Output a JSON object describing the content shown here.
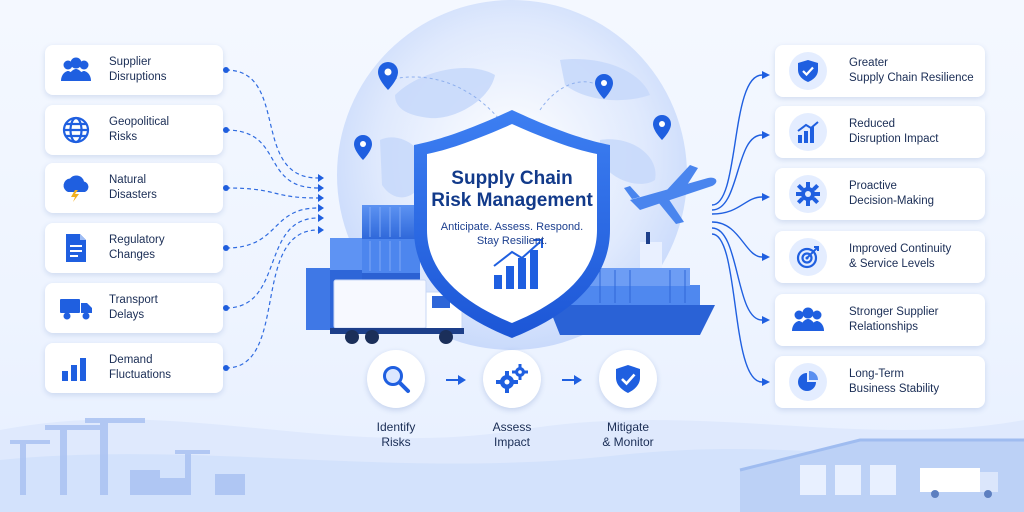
{
  "center": {
    "title": "Supply Chain\nRisk Management",
    "subtitle": "Anticipate. Assess. Respond.\nStay Resilient."
  },
  "risks": [
    {
      "label": "Supplier\nDisruptions",
      "icon": "people-icon"
    },
    {
      "label": "Geopolitical\nRisks",
      "icon": "globe-icon"
    },
    {
      "label": "Natural\nDisasters",
      "icon": "storm-cloud-icon"
    },
    {
      "label": "Regulatory\nChanges",
      "icon": "document-icon"
    },
    {
      "label": "Transport\nDelays",
      "icon": "truck-icon"
    },
    {
      "label": "Demand\nFluctuations",
      "icon": "bar-chart-icon"
    }
  ],
  "benefits": [
    {
      "label": "Greater\nSupply Chain Resilience",
      "icon": "shield-check-icon"
    },
    {
      "label": "Reduced\nDisruption Impact",
      "icon": "growth-chart-icon"
    },
    {
      "label": "Proactive\nDecision-Making",
      "icon": "gear-icon"
    },
    {
      "label": "Improved Continuity\n& Service Levels",
      "icon": "target-icon"
    },
    {
      "label": "Stronger Supplier\nRelationships",
      "icon": "team-icon"
    },
    {
      "label": "Long-Term\nBusiness Stability",
      "icon": "pie-chart-icon"
    }
  ],
  "steps": [
    {
      "label": "Identify\nRisks",
      "icon": "magnifier-icon"
    },
    {
      "label": "Assess\nImpact",
      "icon": "gears-icon"
    },
    {
      "label": "Mitigate\n& Monitor",
      "icon": "shield-check-icon"
    }
  ],
  "colors": {
    "primary": "#1f5fe0",
    "light": "#e4edff",
    "accent": "#3b7bf0"
  }
}
